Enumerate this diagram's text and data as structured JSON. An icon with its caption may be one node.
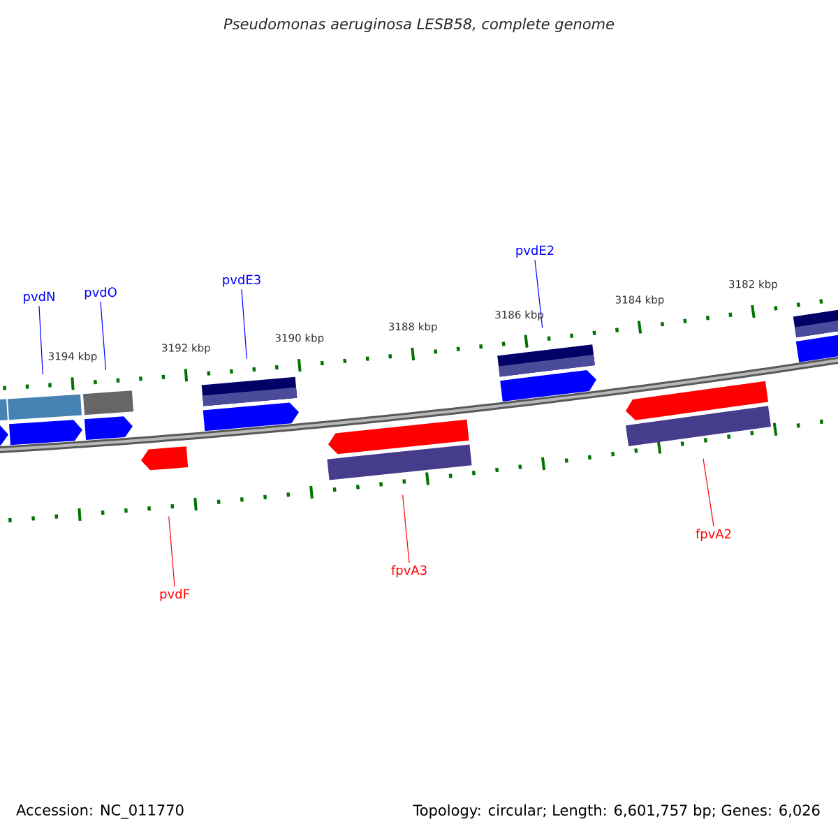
{
  "diagram": {
    "title": "Pseudomonas aeruginosa LESB58, complete genome",
    "nodes": [
      {
        "text": [],
        "shape": "bar"
      },
      {
        "text": [],
        "shape": "bar"
      },
      {
        "text": [],
        "shape": "bar"
      },
      {
        "text": [],
        "shape": "bar"
      },
      {
        "text": [],
        "shape": "bar"
      },
      {
        "text": [],
        "shape": "bar"
      },
      {
        "text": [],
        "shape": "bar"
      },
      {
        "text": [],
        "shape": "bar"
      },
      {
        "text": [],
        "shape": "bar"
      },
      {
        "text": [],
        "shape": "bar"
      },
      {
        "text": [],
        "shape": "bar"
      },
      {
        "text": [],
        "shape": "bar"
      },
      {
        "text": [],
        "shape": "bar"
      },
      {
        "text": [],
        "shape": "bar"
      },
      {
        "text": [],
        "shape": "bar"
      },
      {
        "text": [],
        "shape": "bar"
      },
      {
        "text": [],
        "shape": "bar"
      },
      {
        "text": [
          "pvdN"
        ]
      },
      {
        "text": [
          "pvdO"
        ]
      },
      {
        "text": [
          "pvdE3"
        ]
      },
      {
        "text": [
          "pvdE2"
        ]
      },
      {
        "text": [
          "pvdF"
        ]
      },
      {
        "text": [
          "fpvA3"
        ]
      },
      {
        "text": [
          "fpvA2"
        ]
      }
    ],
    "edges": [
      {
        "from": 17,
        "to": 2,
        "arrow": "none"
      },
      {
        "from": 18,
        "to": 4,
        "arrow": "none"
      },
      {
        "from": 19,
        "to": 7,
        "arrow": "none"
      },
      {
        "from": 20,
        "to": 11,
        "arrow": "none"
      },
      {
        "from": 21,
        "to": 6,
        "arrow": "none",
        "color": "#ff0000"
      },
      {
        "from": 22,
        "to": 10,
        "arrow": "none",
        "color": "#ff0000"
      },
      {
        "from": 23,
        "to": 14,
        "arrow": "none",
        "color": "#ff0000"
      }
    ],
    "labels": [
      "3194 kbp",
      "3192 kbp",
      "3190 kbp",
      "3188 kbp",
      "3186 kbp",
      "3184 kbp",
      "3182 kbp",
      "Accession: NC_011770",
      "Topology: circular; Length: 6,601,757 bp; Genes: 6,026"
    ]
  }
}
